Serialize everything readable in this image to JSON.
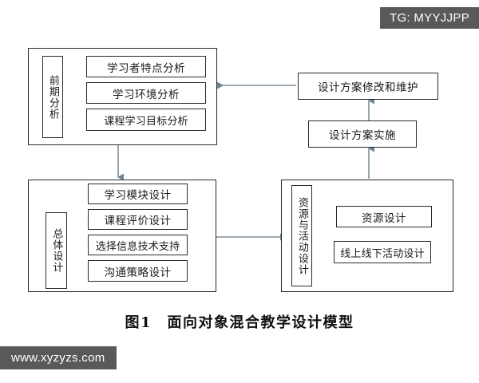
{
  "figure": {
    "caption": "图1　面向对象混合教学设计模型"
  },
  "watermarks": {
    "top_right": "TG: MYYJJPP",
    "bottom_left": "www.xyzyzs.com"
  },
  "colors": {
    "box_border": "#2b2b2b",
    "arrow": "#7b8f99",
    "watermark_bg": "#595959",
    "watermark_text": "#ffffff",
    "background": "#ffffff"
  },
  "groups": {
    "early_analysis": {
      "label": "前期分析",
      "items": [
        "学习者特点分析",
        "学习环境分析",
        "课程学习目标分析"
      ]
    },
    "overall_design": {
      "label": "总体设计",
      "items": [
        "学习模块设计",
        "课程评价设计",
        "选择信息技术支持",
        "沟通策略设计"
      ]
    },
    "resource_activity": {
      "label": "资源与活动设计",
      "items": [
        "资源设计",
        "线上线下活动设计"
      ]
    }
  },
  "standalone_boxes": {
    "revise_maintain": "设计方案修改和维护",
    "implement": "设计方案实施"
  },
  "arrows": [
    {
      "name": "revise-to-early-analysis",
      "direction": "left"
    },
    {
      "name": "early-analysis-to-overall-design",
      "direction": "down"
    },
    {
      "name": "overall-design-to-resource-activity",
      "direction": "right"
    },
    {
      "name": "resource-activity-to-implement",
      "direction": "up"
    },
    {
      "name": "implement-to-revise",
      "direction": "up"
    }
  ]
}
